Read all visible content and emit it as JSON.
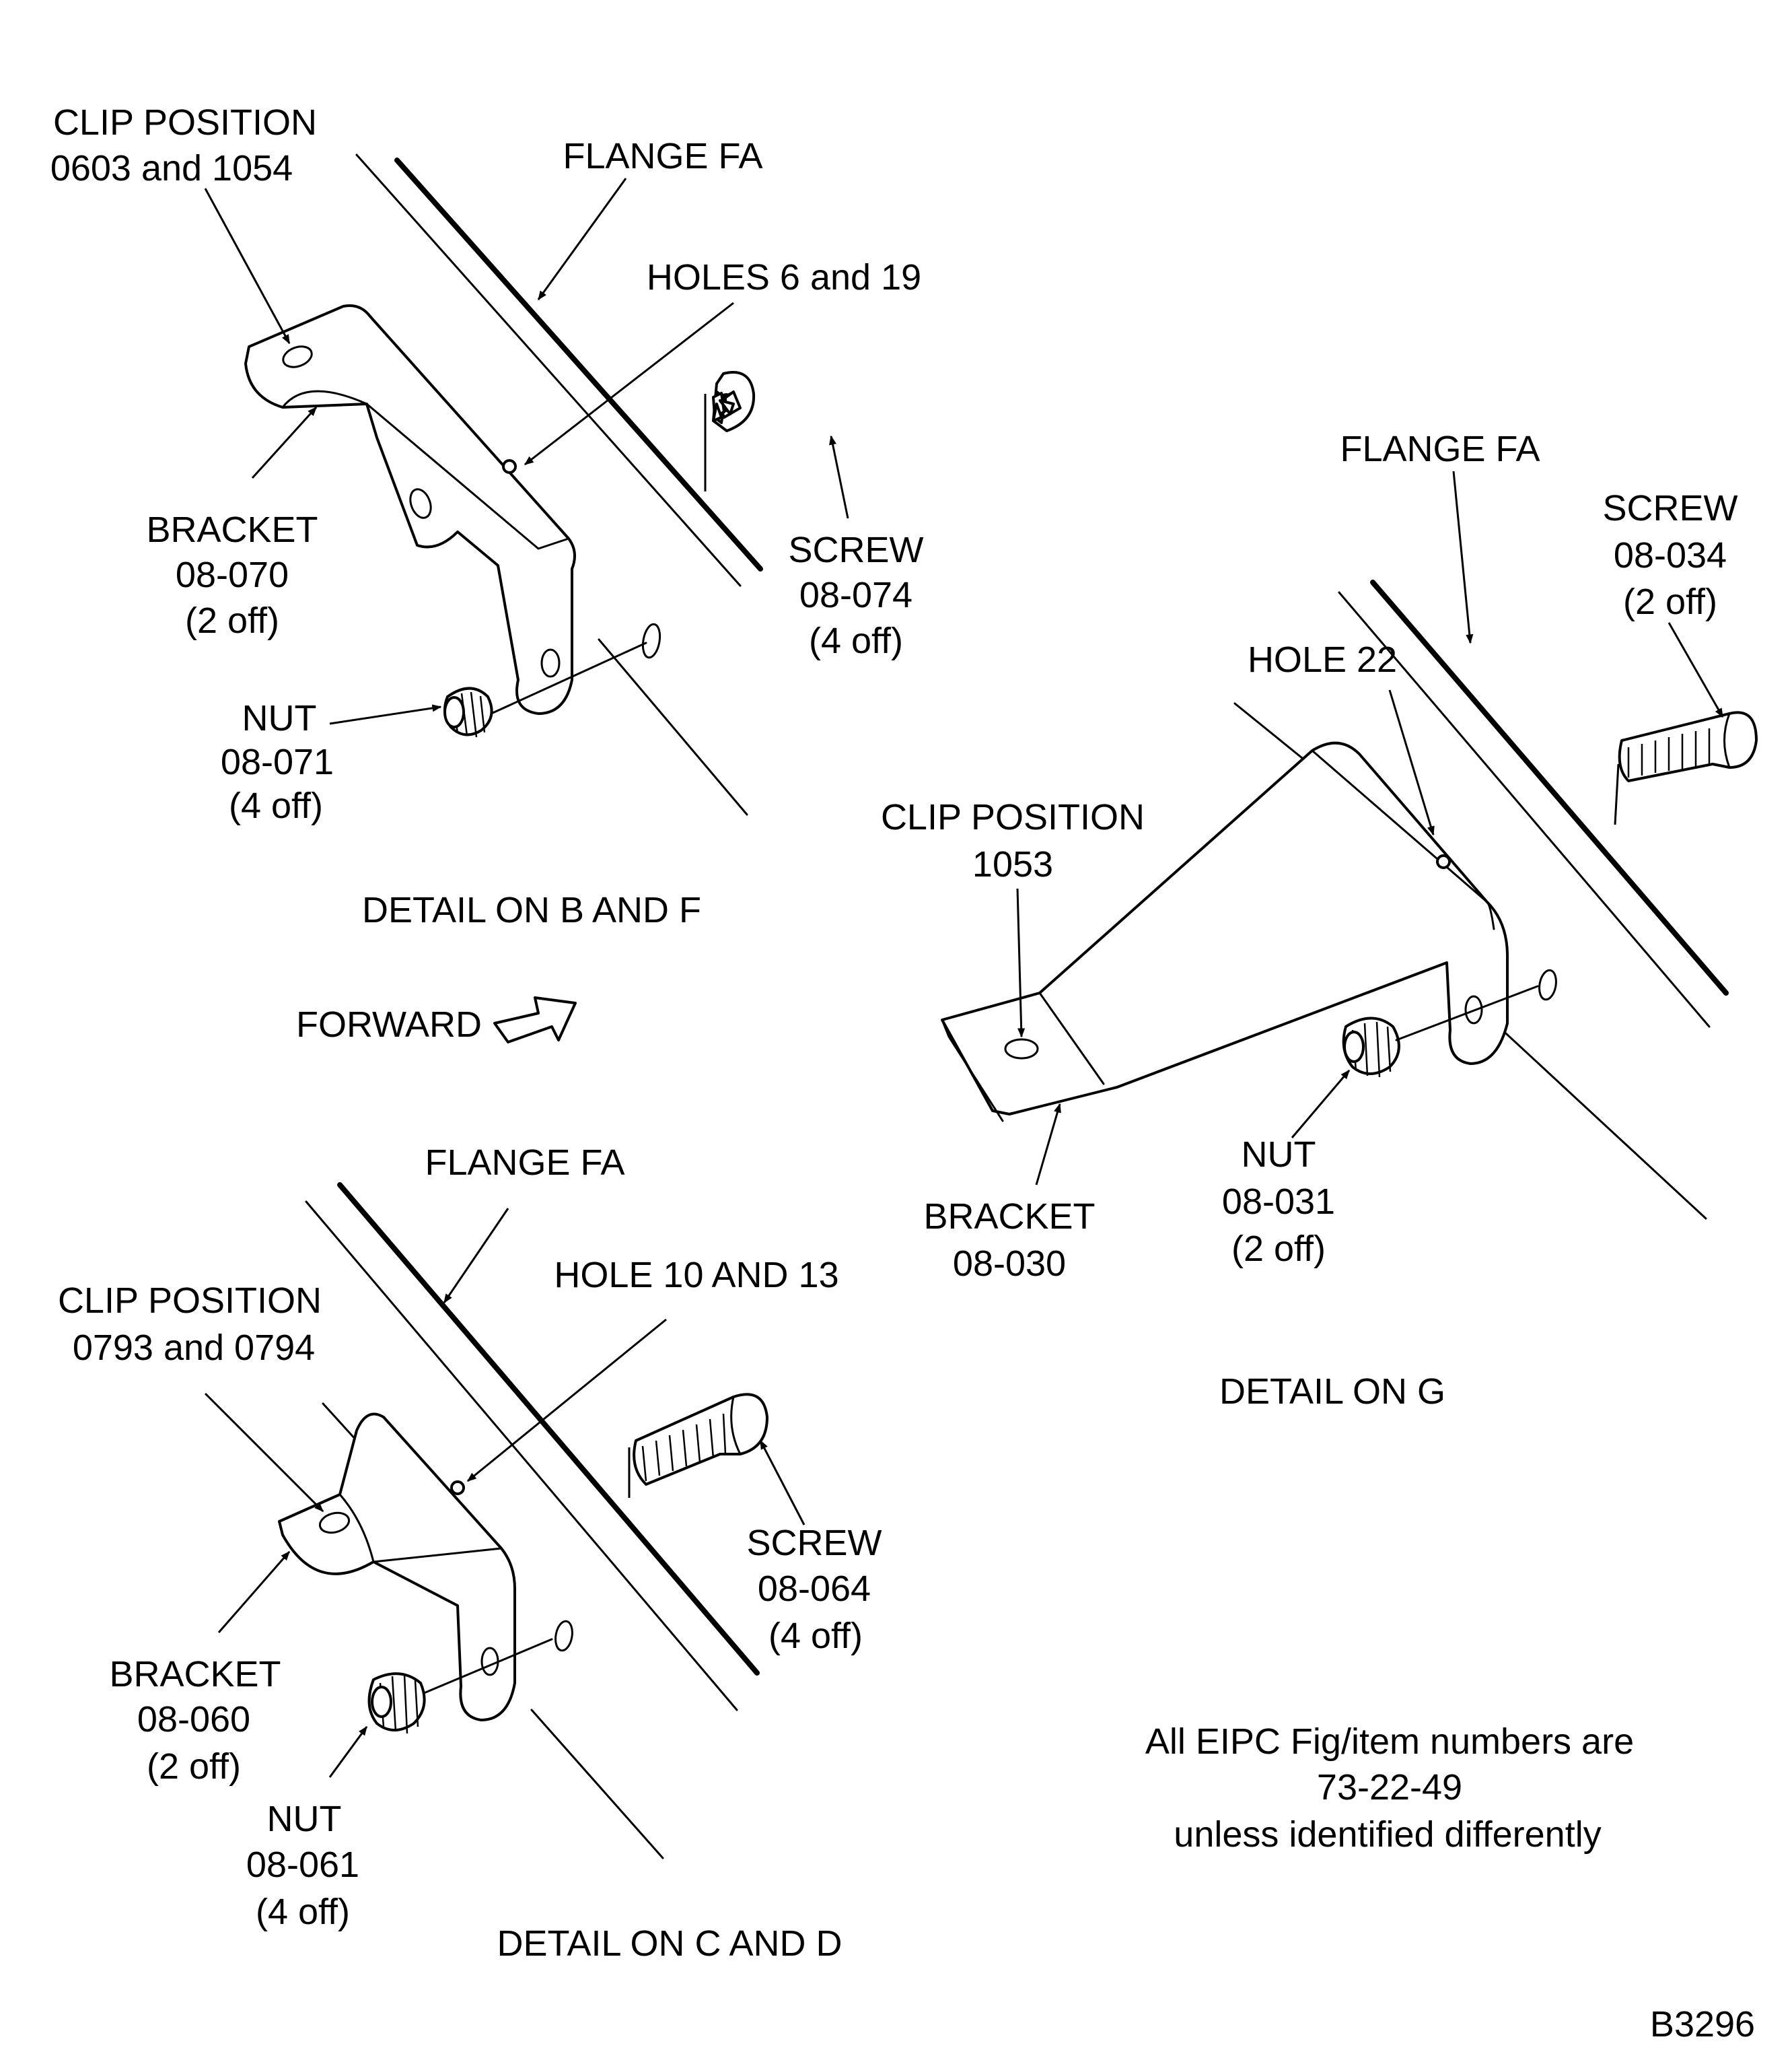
{
  "detail_bf": {
    "clip_position": [
      "CLIP POSITION",
      "0603 and 1054"
    ],
    "flange": "FLANGE FA",
    "holes": "HOLES 6 and 19",
    "bracket": [
      "BRACKET",
      "08-070",
      "(2 off)"
    ],
    "screw": [
      "SCREW",
      "08-074",
      "(4 off)"
    ],
    "nut": [
      "NUT",
      "08-071",
      "(4 off)"
    ],
    "caption": "DETAIL ON B AND F"
  },
  "forward": "FORWARD",
  "detail_g": {
    "flange": "FLANGE FA",
    "screw": [
      "SCREW",
      "08-034",
      "(2 off)"
    ],
    "hole": "HOLE 22",
    "clip_position": [
      "CLIP POSITION",
      "1053"
    ],
    "bracket": [
      "BRACKET",
      "08-030"
    ],
    "nut": [
      "NUT",
      "08-031",
      "(2 off)"
    ],
    "caption": "DETAIL ON G"
  },
  "detail_cd": {
    "flange": "FLANGE FA",
    "hole": "HOLE 10 AND 13",
    "clip_position": [
      "CLIP POSITION",
      "0793 and 0794"
    ],
    "screw": [
      "SCREW",
      "08-064",
      "(4 off)"
    ],
    "bracket": [
      "BRACKET",
      "08-060",
      "(2 off)"
    ],
    "nut": [
      "NUT",
      "08-061",
      "(4 off)"
    ],
    "caption": "DETAIL ON C AND D"
  },
  "note": [
    "All EIPC Fig/item numbers are",
    "73-22-49",
    "unless identified differently"
  ],
  "drawing_number": "B3296"
}
